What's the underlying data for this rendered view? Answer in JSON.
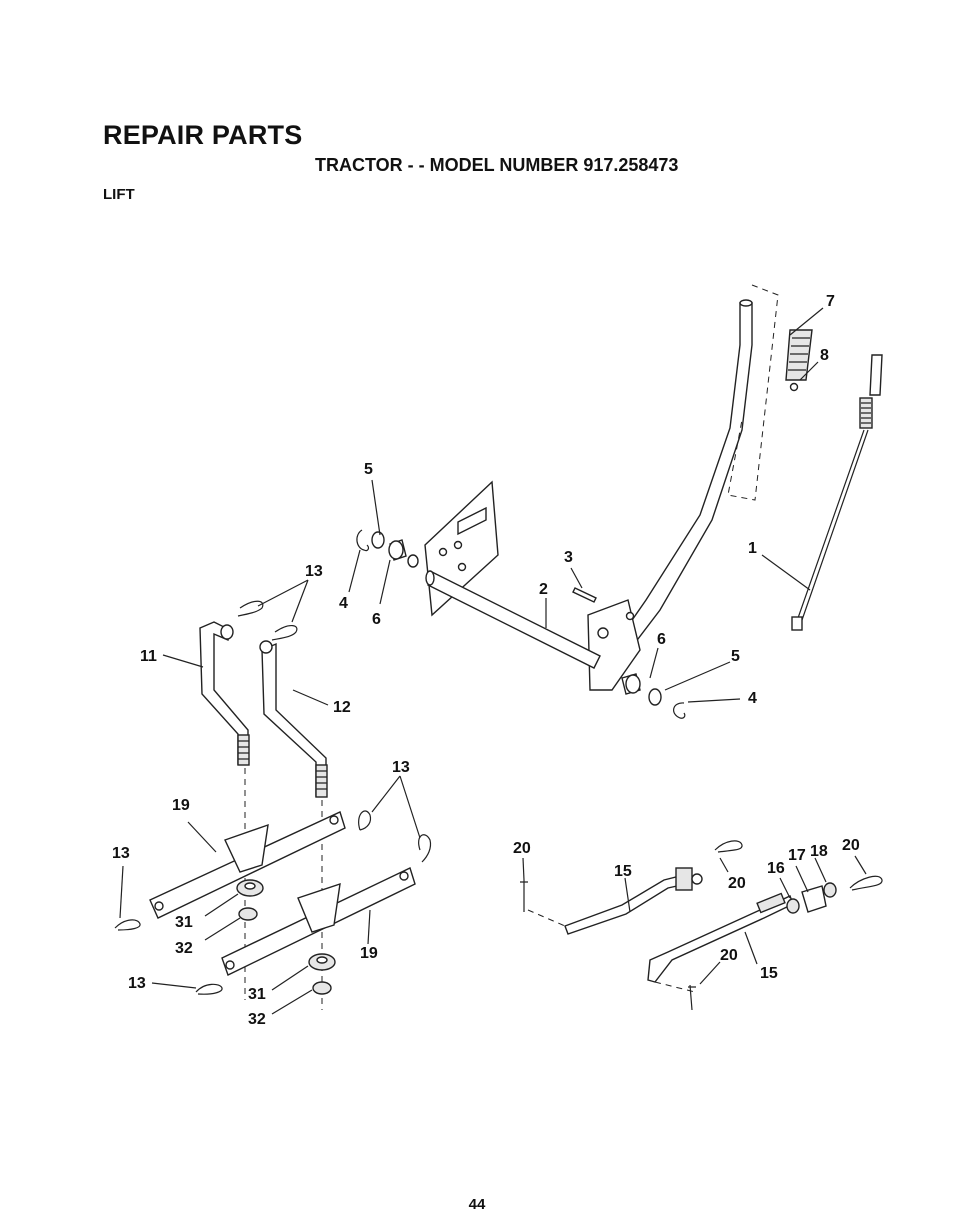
{
  "header": {
    "title": "REPAIR PARTS",
    "subtitle": "TRACTOR - - MODEL NUMBER 917.258473",
    "section": "LIFT"
  },
  "page_number": "44",
  "callouts": {
    "c1": "1",
    "c2": "2",
    "c3": "3",
    "c4a": "4",
    "c4b": "4",
    "c5a": "5",
    "c5b": "5",
    "c6a": "6",
    "c6b": "6",
    "c7": "7",
    "c8": "8",
    "c11": "11",
    "c12": "12",
    "c13a": "13",
    "c13b": "13",
    "c13c": "13",
    "c13d": "13",
    "c15a": "15",
    "c15b": "15",
    "c16": "16",
    "c17": "17",
    "c18": "18",
    "c19a": "19",
    "c19b": "19",
    "c20a": "20",
    "c20b": "20",
    "c20c": "20",
    "c20d": "20",
    "c31a": "31",
    "c31b": "31",
    "c32a": "32",
    "c32b": "32"
  }
}
